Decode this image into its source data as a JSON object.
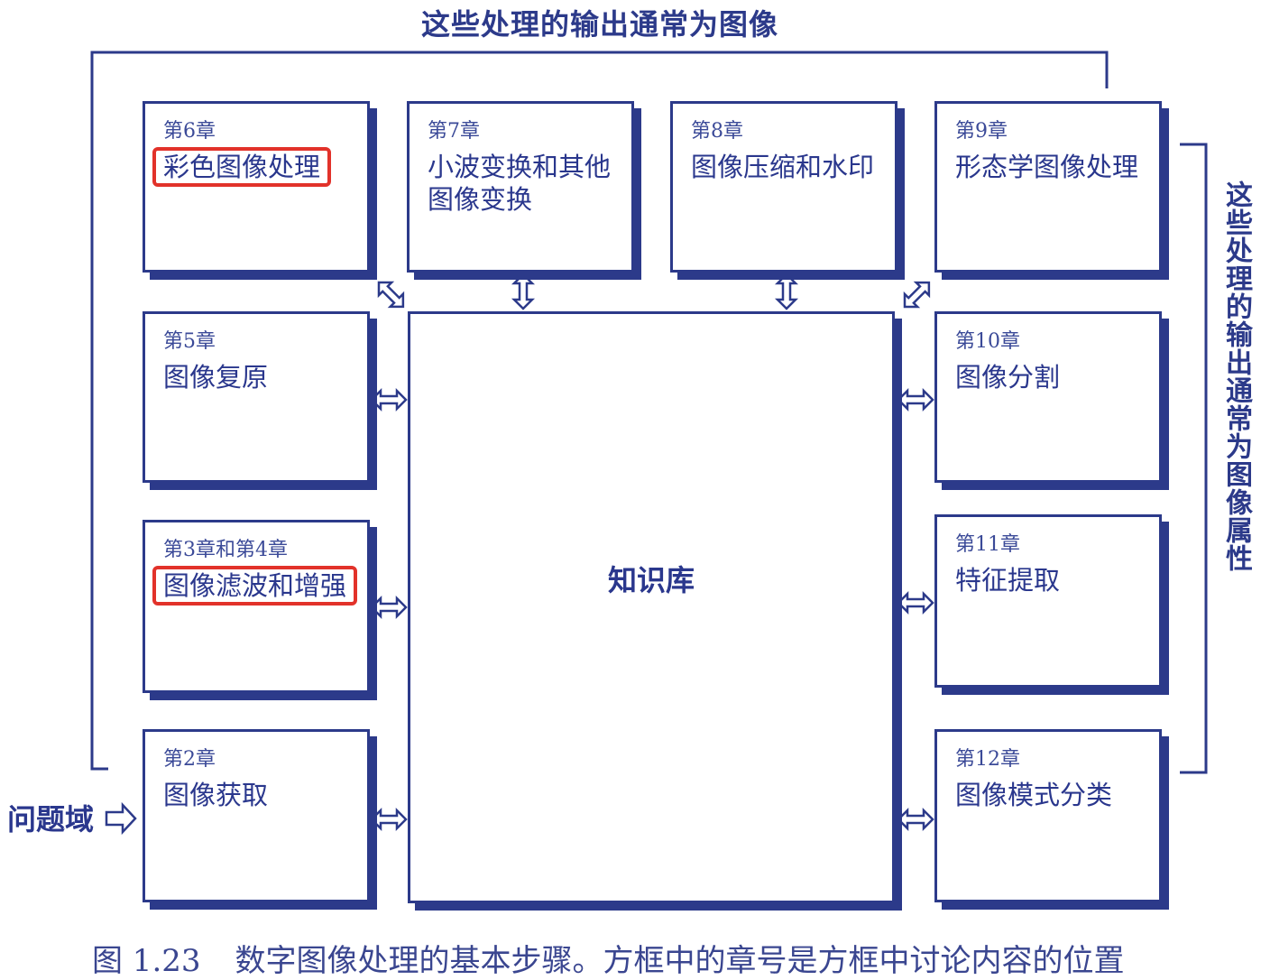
{
  "top_label": "这些处理的输出通常为图像",
  "side_label": "这些处理的输出通常为图像属性",
  "knowledge_base": "知识库",
  "problem_domain": "问题域",
  "boxes": {
    "b6": {
      "chapter": "第6章",
      "name": "彩色图像处理",
      "highlighted": true
    },
    "b7": {
      "chapter": "第7章",
      "name_line1": "小波变换和其他",
      "name_line2": "图像变换"
    },
    "b8": {
      "chapter": "第8章",
      "name": "图像压缩和水印"
    },
    "b9": {
      "chapter": "第9章",
      "name": "形态学图像处理"
    },
    "b5": {
      "chapter": "第5章",
      "name": "图像复原"
    },
    "b34": {
      "chapter": "第3章和第4章",
      "name": "图像滤波和增强",
      "highlighted": true
    },
    "b2": {
      "chapter": "第2章",
      "name": "图像获取"
    },
    "b10": {
      "chapter": "第10章",
      "name": "图像分割"
    },
    "b11": {
      "chapter": "第11章",
      "name": "特征提取"
    },
    "b12": {
      "chapter": "第12章",
      "name": "图像模式分类"
    }
  },
  "caption": {
    "number": "图 1.23",
    "text": "数字图像处理的基本步骤。方框中的章号是方框中讨论内容的位置"
  },
  "colors": {
    "ink": "#2c3a8a",
    "highlight": "#e2322a"
  }
}
